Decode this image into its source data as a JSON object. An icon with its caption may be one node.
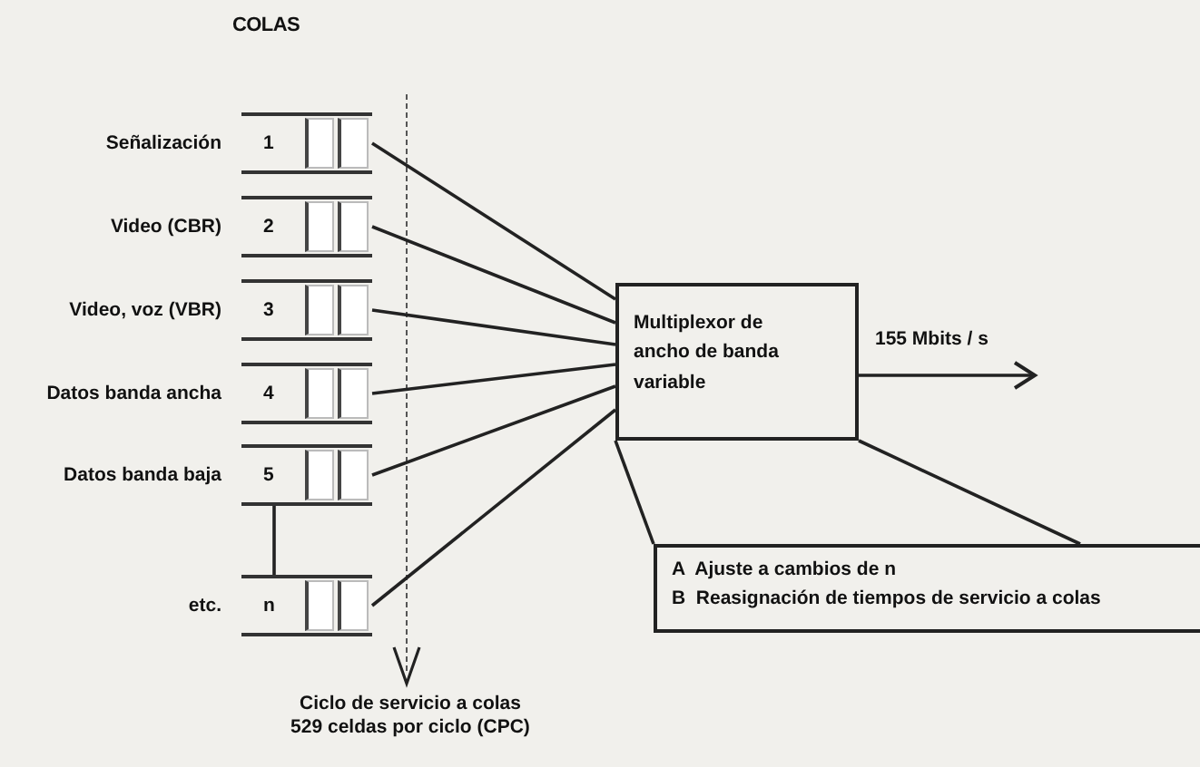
{
  "diagram": {
    "title": "COLAS",
    "nodes": [
      {
        "text": [
          "1"
        ],
        "beside": [
          "Señalización"
        ]
      },
      {
        "text": [
          "2"
        ],
        "beside": [
          "Video (CBR)"
        ]
      },
      {
        "text": [
          "3"
        ],
        "beside": [
          "Video, voz (VBR)"
        ]
      },
      {
        "text": [
          "4"
        ],
        "beside": [
          "Datos banda ancha"
        ]
      },
      {
        "text": [
          "5"
        ],
        "beside": [
          "Datos banda baja"
        ]
      },
      {
        "text": [
          "n"
        ],
        "beside": [
          "etc."
        ]
      },
      {
        "text": [
          "Multiplexor de ancho de banda variable"
        ]
      },
      {
        "text": [
          "A  Ajuste a cambios de n",
          "B  Reasignación de tiempos de servicio a colas"
        ]
      }
    ],
    "edges": [
      {
        "from": 0,
        "to": 6,
        "arrow": "none"
      },
      {
        "from": 1,
        "to": 6,
        "arrow": "none"
      },
      {
        "from": 2,
        "to": 6,
        "arrow": "none"
      },
      {
        "from": 3,
        "to": 6,
        "arrow": "none"
      },
      {
        "from": 4,
        "to": 6,
        "arrow": "none"
      },
      {
        "from": 5,
        "to": 6,
        "arrow": "none"
      },
      {
        "from": 4,
        "to": 5,
        "arrow": "none"
      },
      {
        "from": 6,
        "to": null,
        "arrow": "to",
        "label": "155 Mbits / s"
      },
      {
        "from": 6,
        "to": 7,
        "arrow": "none"
      },
      {
        "from": 6,
        "to": 7,
        "arrow": "none"
      }
    ],
    "labels": [
      "Ciclo de servicio a colas 529 celdas por ciclo (CPC)"
    ]
  }
}
